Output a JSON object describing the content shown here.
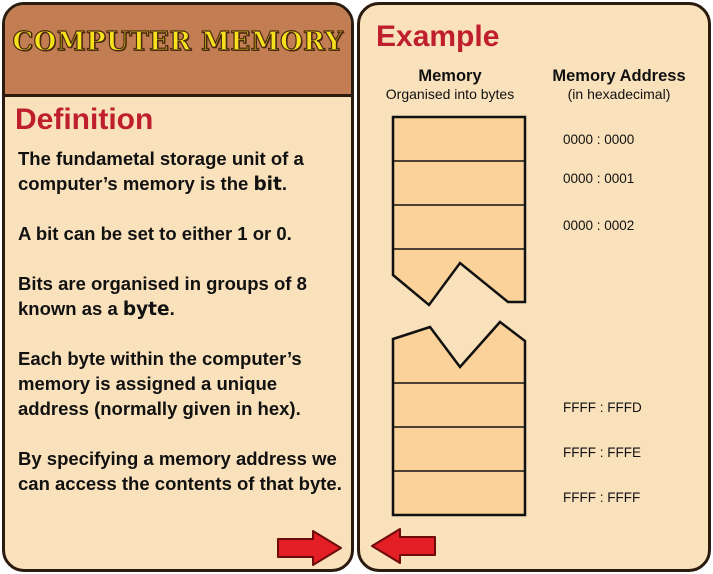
{
  "left": {
    "header_title": "COMPUTER MEMORY",
    "definition_title": "Definition",
    "p1_before": "The fundametal storage unit of a computer’s memory is the ",
    "p1_bold": "bit",
    "p1_after": ".",
    "p2": "A bit can be set to either 1 or 0.",
    "p3_before": "Bits are organised in groups of 8 known as a ",
    "p3_bold": "byte",
    "p3_after": ".",
    "p4": "Each byte within the computer’s memory is assigned a unique address (normally given in hex).",
    "p5": "By specifying a memory address we can access the contents of that byte."
  },
  "right": {
    "example_title": "Example",
    "memory_label": "Memory",
    "memory_sub": "Organised into bytes",
    "address_label": "Memory Address",
    "address_sub": "(in hexadecimal)",
    "addresses_top": [
      "0000 : 0000",
      "0000 : 0001",
      "0000 : 0002"
    ],
    "addresses_bottom": [
      "FFFF : FFFD",
      "FFFF : FFFE",
      "FFFF : FFFF"
    ]
  },
  "colors": {
    "card_bg": "#f9e1bb",
    "header_bg": "#c27e52",
    "title_yellow": "#f7e11d",
    "heading_red": "#bf1e2d",
    "cell_fill": "#fbd39a",
    "arrow_red": "#e41e25"
  },
  "icons": {
    "next": "arrow-right-icon",
    "previous": "arrow-left-icon"
  }
}
